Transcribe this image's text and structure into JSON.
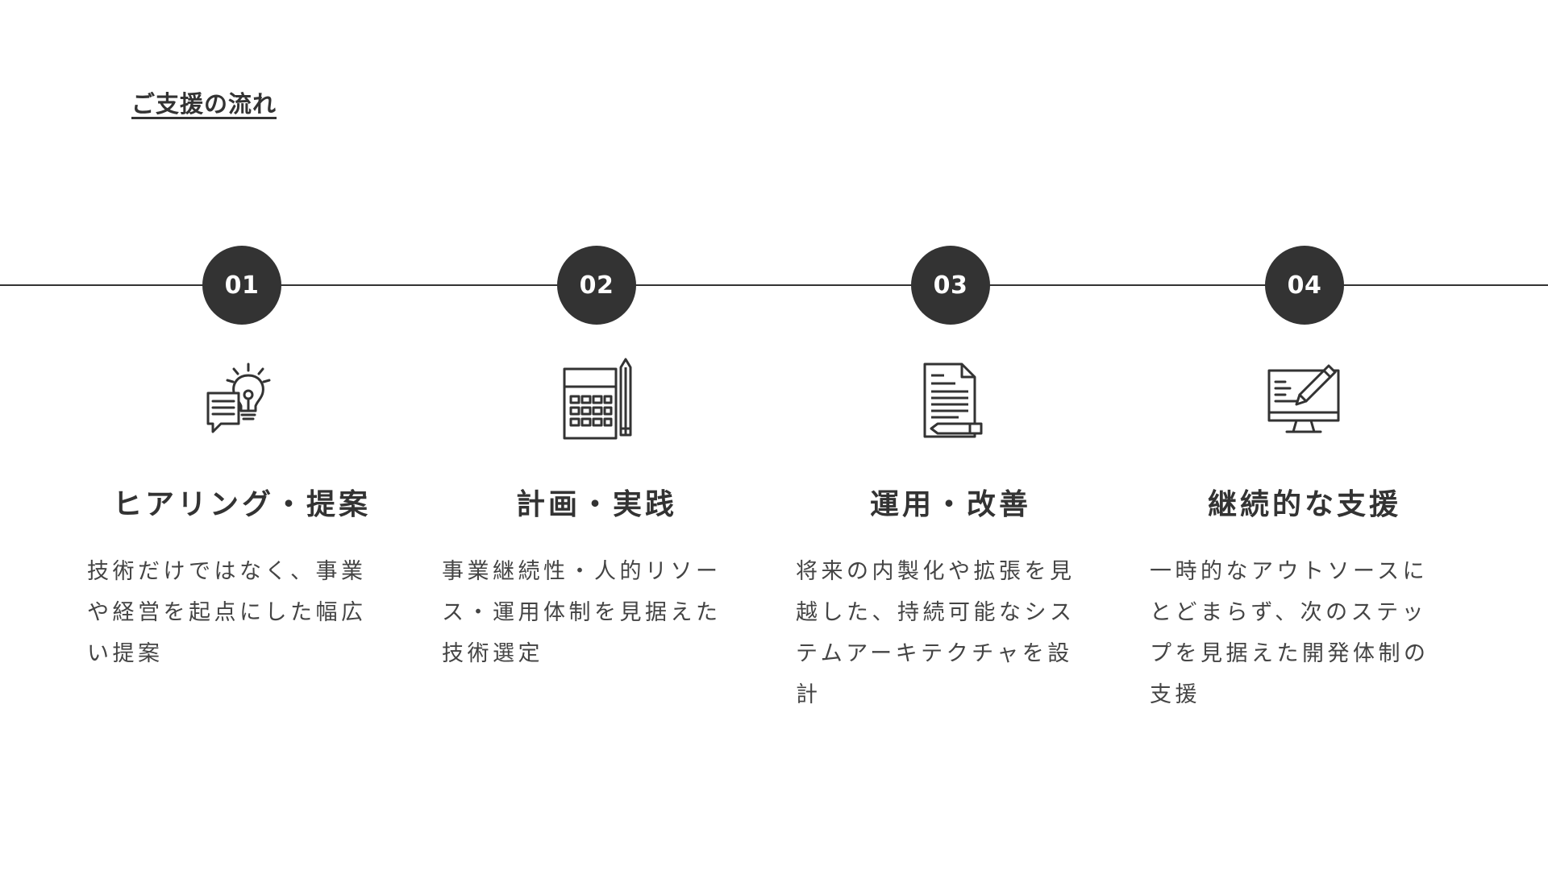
{
  "title": "ご支援の流れ",
  "colors": {
    "accent": "#333333",
    "text": "#444444",
    "background": "#ffffff"
  },
  "steps": [
    {
      "number": "01",
      "icon": "lightbulb-chat-icon",
      "title": "ヒアリング・提案",
      "lines": [
        "技術だけではなく、事業",
        "や経営を起点にした幅広",
        "い提案"
      ]
    },
    {
      "number": "02",
      "icon": "calculator-pencil-icon",
      "title": "計画・実践",
      "lines": [
        "事業継続性・人的リソー",
        "ス・運用体制を見据えた",
        "技術選定"
      ]
    },
    {
      "number": "03",
      "icon": "document-pen-icon",
      "title": "運用・改善",
      "lines": [
        "将来の内製化や拡張を見",
        "越した、持続可能なシス",
        "テムアーキテクチャを設",
        "計"
      ]
    },
    {
      "number": "04",
      "icon": "monitor-pencil-icon",
      "title": "継続的な支援",
      "lines": [
        "一時的なアウトソースに",
        "とどまらず、次のステッ",
        "プを見据えた開発体制の",
        "支援"
      ]
    }
  ]
}
